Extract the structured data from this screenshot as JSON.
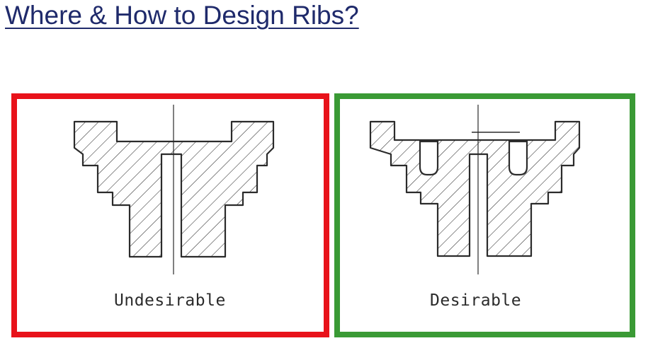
{
  "slide": {
    "title": "Where & How to Design Ribs?",
    "colors": {
      "title": "#1f2a6b",
      "bad": "#e8121a",
      "good": "#3a9a35",
      "ink": "#2b2b2b"
    }
  },
  "panels": {
    "undesirable": {
      "caption": "Undesirable"
    },
    "desirable": {
      "caption": "Desirable"
    }
  }
}
